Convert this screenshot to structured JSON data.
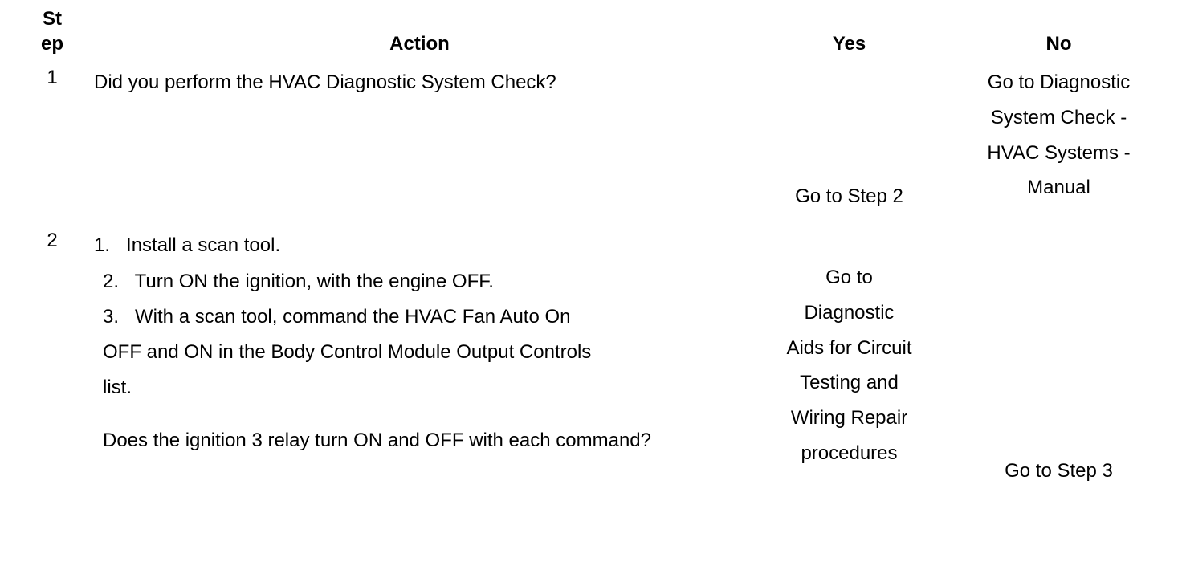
{
  "table": {
    "headers": {
      "step": "St\nep",
      "step_line1": "St",
      "step_line2": "ep",
      "action": "Action",
      "yes": "Yes",
      "no": "No"
    },
    "rows": [
      {
        "step": "1",
        "action_lines": [
          "Did you perform the HVAC Diagnostic System Check?"
        ],
        "yes_lines": [
          "Go to Step 2"
        ],
        "no_lines": [
          "Go to Diagnostic",
          "System Check -",
          "HVAC Systems -",
          "Manual"
        ]
      },
      {
        "step": "2",
        "action_lines": [
          "1.   Install a scan tool.",
          "2.   Turn ON the ignition, with the engine OFF.",
          "3.   With a scan tool, command the HVAC Fan Auto On",
          "OFF and ON in the Body Control Module Output Controls",
          "list.",
          "",
          "Does the ignition 3 relay turn ON and OFF with each command?"
        ],
        "yes_lines": [
          "Go to",
          "Diagnostic",
          "Aids for Circuit",
          "Testing and",
          "Wiring Repair",
          "procedures"
        ],
        "no_lines": [
          "Go to Step 3"
        ]
      }
    ]
  },
  "colors": {
    "border": "#000000",
    "text": "#000000",
    "background": "#ffffff"
  }
}
